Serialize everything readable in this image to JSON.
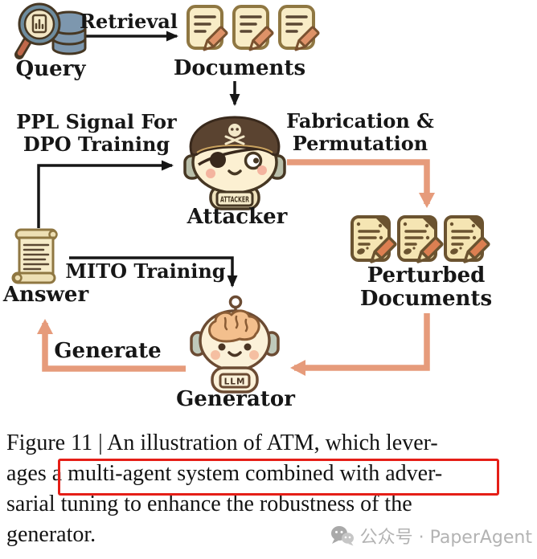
{
  "diagram": {
    "nodes": {
      "query": {
        "label": "Query"
      },
      "documents": {
        "label": "Documents"
      },
      "attacker": {
        "label": "Attacker",
        "badge": "ATTACKER"
      },
      "perturbed": {
        "label": "Perturbed\nDocuments"
      },
      "generator": {
        "label": "Generator",
        "badge": "LLM"
      },
      "answer": {
        "label": "Answer"
      }
    },
    "edges": {
      "retrieval": "Retrieval",
      "ppl": "PPL Signal For\nDPO Training",
      "fabrication": "Fabrication &\nPermutation",
      "mito": "MITO Training",
      "generate": "Generate"
    },
    "colors": {
      "black_arrow": "#161616",
      "orange_arrow": "#e69b7b",
      "highlight_red": "#e51e17",
      "doc_cream": "#f8ecc6",
      "dark_brown": "#463723"
    }
  },
  "caption": {
    "lines": [
      "Figure 11 | An illustration of ATM, which lever-",
      "ages a multi-agent system combined with adver-",
      "sarial tuning to enhance the robustness of the",
      "generator."
    ]
  },
  "watermark": {
    "text": "公众号 · PaperAgent"
  }
}
